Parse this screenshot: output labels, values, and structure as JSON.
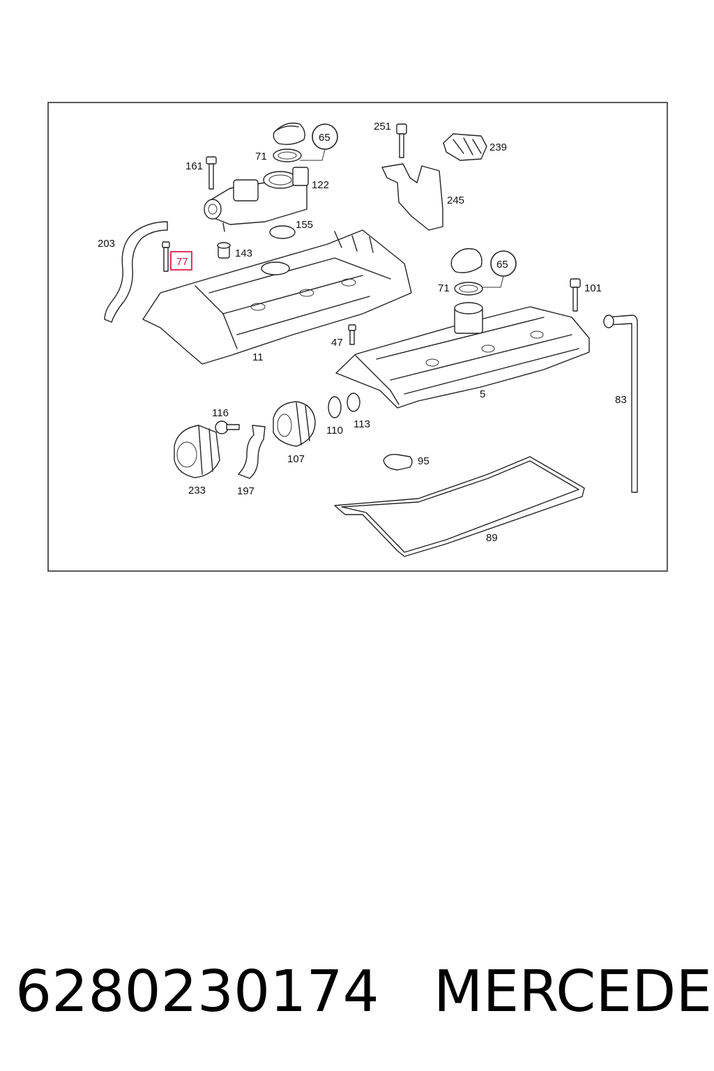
{
  "diagram": {
    "labels": {
      "p65a": "65",
      "p71a": "71",
      "p161": "161",
      "p122": "122",
      "p155": "155",
      "p203": "203",
      "p77": "77",
      "p143": "143",
      "p11": "11",
      "p251": "251",
      "p239": "239",
      "p245": "245",
      "p65b": "65",
      "p71b": "71",
      "p101": "101",
      "p47": "47",
      "p5": "5",
      "p83": "83",
      "p116": "116",
      "p233": "233",
      "p197": "197",
      "p107": "107",
      "p110": "110",
      "p113": "113",
      "p95": "95",
      "p89": "89"
    },
    "highlight": {
      "label": "77",
      "color": "#e0204a"
    },
    "circled": [
      "65",
      "65"
    ]
  },
  "caption": {
    "part_number": "6280230174",
    "brand": "MERCEDES"
  }
}
